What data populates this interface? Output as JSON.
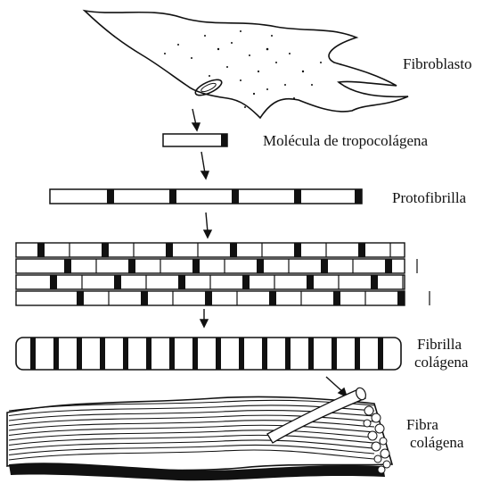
{
  "labels": {
    "fibroblasto": "Fibroblasto",
    "molecula": "Molécula de tropocolágena",
    "protofibrilla": "Protofibrilla",
    "fibrilla_line1": "Fibrilla",
    "fibrilla_line2": "colágena",
    "fibra_line1": "Fibra",
    "fibra_line2": "colágena"
  },
  "colors": {
    "ink": "#111111",
    "paper": "#ffffff"
  },
  "icons": [
    "fibroblast-cell",
    "arrow-down",
    "tropocollagen-rod",
    "protofibril",
    "staggered-array",
    "banded-fibril",
    "fiber-bundle"
  ]
}
